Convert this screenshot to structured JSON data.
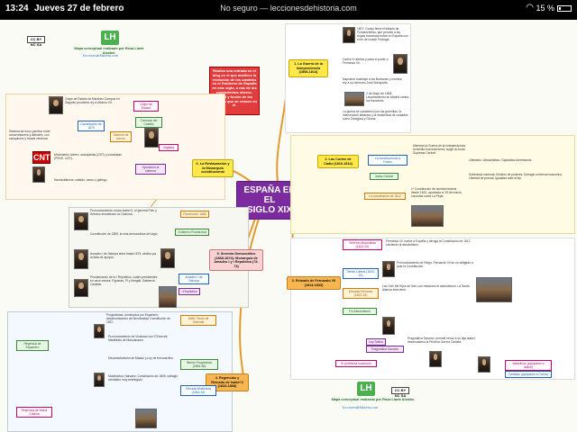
{
  "statusbar": {
    "time": "13:24",
    "date": "Jueves 27 de febrero",
    "url": "No seguro — leccionesdehistoria.com",
    "battery": "15 %"
  },
  "center": {
    "title_line1": "ESPAÑA EN EL",
    "title_line2": "SIGLO XIX"
  },
  "logo_top": {
    "mark": "LH",
    "caption_line1": "Mapa conceptual realizado por Rosa Liarte Alcaine.",
    "site": "leccionesdehistoria.com",
    "license": "CC BY NC SA"
  },
  "logo_bottom": {
    "mark": "LH",
    "caption_line1": "Mapa conceptual realizado por Rosa Liarte Alcaine.",
    "site": "leccionesdehistoria.com",
    "license": "CC BY NC SA"
  },
  "red_note": "Realiza una entrada en el blog en el que analices la evolución de los cambios en el Gobierno de España en este siglo, a raíz de los movimientos obrero-social y fusión de los partidos que se reúnen en él.",
  "nodes": {
    "guerra_independencia": "1. La Guerra de la Independencia (1808-1814)",
    "cortes_cadiz": "2. Las Cortes de Cádiz (1810-1814)",
    "fernando_vii": "3. Reinado de Fernando VII (1814-1833)",
    "regencias_isabel": "4. Regencias y Reinado de Isabel II (1833-1868)",
    "sexenio": "5. Sexenio Democrático (1868-1874): Monarquía de Amadeo I y I República (73-74)",
    "restauracion": "6. La Restauración y la Monarquía constitucional"
  },
  "tags": {
    "golpe_arsenio": "Golpe de Estado",
    "constitucion_1876": "Constitución de 1876",
    "canovas": "Cánovas del Castillo",
    "sagasta": "Sagasta",
    "sistema_turnos": "Sistema de turnos",
    "oposicion": "Oposición al sistema",
    "revolucion_1868": "Revolución 1868",
    "gobierno_provisional": "Gobierno Provisional",
    "amadeo": "Amadeo I de Saboya",
    "republica": "I República",
    "pacto_ostende": "1866: Pacto de Ostende",
    "bienio_progresista": "Bienio Progresista (1854-56)",
    "decada_moderada": "Década Moderada (1844-54)",
    "regencia_maria_cristina": "Regencia de María Cristina",
    "regencia_espartero": "Regencia de Espartero",
    "sexenio_abs": "Sexenio Absolutista (1814-20)",
    "trienio_liberal": "Trienio Liberal (1820-23)",
    "decada_ominosa": "Década Ominosa (1823-33)",
    "fin_absolutismo": "Fin Absolutismo",
    "problema_sucesorio": "El problema sucesorio",
    "consecuencias_guerra": "La consecuencia a Fortes",
    "junta_central": "Junta Central",
    "constitucion_1812": "La constitución de 1812",
    "ley_salica": "Ley Sálica",
    "pragmatica": "Pragmática Sanción",
    "isabelinos": "Isabelinos (apoyaban a Isabel)",
    "carlistas": "Carlistas (apoyaban a Carlos)"
  },
  "texts": {
    "guerra_1": "1807: Godoy firma el tratado de Fontainebleau, que permite a las tropas francesas entrar en España con el fin de invadir Portugal.",
    "guerra_2": "Carlos IV abdica y pasa el poder a Fernando VII.",
    "guerra_3": "Napoleón sustituye a los Borbones y nombra rey a su hermano José Bonaparte.",
    "guerra_4": "2 de Mayo de 1808: Levantamiento en Madrid contra los franceses.",
    "guerra_5": "La guerra se caracterizó por las guerrillas, la intervención británica y la resistencia de ciudades como Zaragoza y Girona.",
    "cortes_1": "Mientras la Guerra de la Independencia la familia real está fuera, surge la Junta Suprema Central.",
    "cortes_2": "Liberales / Absolutistas / Diputados Americanos",
    "cortes_3": "Soberanía nacional, División de poderes, Sufragio universal masculino, Libertad de prensa, Igualdad ante la ley.",
    "cortes_4": "1º Constitución de nuestra historia desde 1812, aprobada el 19 de marzo, conocida como La Pepa.",
    "fer_1": "Fernando VII vuelve a España y deroga la Constitución de 1812 volviendo al absolutismo.",
    "fer_2": "Pronunciamiento de Riego: Fernando VII se ve obligado a jurar la Constitución.",
    "fer_3": "Los Cien Mil Hijos de San Luis restauran el absolutismo. La Santa Alianza interviene.",
    "fer_4": "Pragmática Sanción: permite reinar a su hija Isabel, desencadena la Primera Guerra Carlista.",
    "isa_1": "Progresistas: dominados por Espartero; desamortización de Mendizábal; Constitución de 1837.",
    "isa_2": "Moderados: Narváez; Constitución de 1845; sufragio censitario muy restringido.",
    "isa_3": "Pronunciamiento de Vicalvaro con O'Donnell; Manifiesto de Manzanares.",
    "isa_4": "Desamortización de Madoz y Ley de ferrocarriles.",
    "sex_1": "Pronunciamiento contra Isabel II, el general Prim y Serrano encabezan La Gloriosa.",
    "sex_2": "Constitución de 1869, la más democrática del siglo.",
    "sex_3": "Amadeo I de Saboya reina hasta 1873, abdica por la falta de apoyos.",
    "sex_4": "Proclamación de la I República, cuatro presidentes en once meses: Figueras, Pi y Margall, Salmerón, Castelar.",
    "res_1": "Golpe de Estado de Martínez Campos en Sagunto proclama rey a Alfonso XII.",
    "res_2": "Sistema de turno pacífico entre conservadores y liberales, con caciquismo y fraude electoral.",
    "res_3": "Movimiento obrero: anarquistas (CNT) y socialistas (PSOE, UGT).",
    "res_4": "Nacionalismos: catalán, vasco y gallego."
  }
}
